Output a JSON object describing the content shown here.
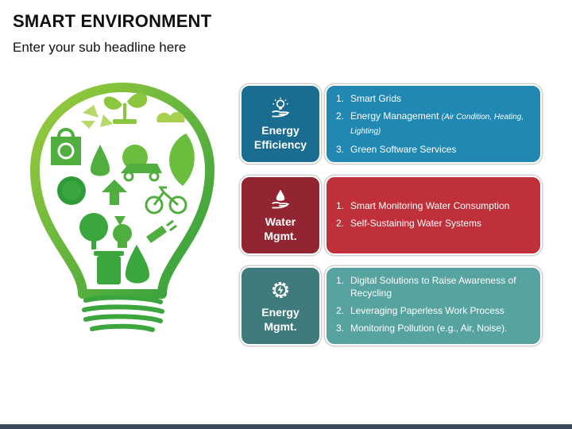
{
  "header": {
    "title": "SMART ENVIRONMENT",
    "subtitle": "Enter your sub headline here"
  },
  "colors": {
    "green_light": "#8cc63f",
    "green_dark": "#3aa63c",
    "energy_efficiency": "#2088b2",
    "water": "#c0303b",
    "energy_mgmt": "#57a39f"
  },
  "rows": [
    {
      "icon": "hand-lightbulb-icon",
      "label_line1": "Energy",
      "label_line2": "Efficiency",
      "items": [
        {
          "num": "1.",
          "text": "Smart Grids",
          "note": ""
        },
        {
          "num": "2.",
          "text": "Energy Management",
          "note": "(Air Condition, Heating, Lighting)"
        },
        {
          "num": "3.",
          "text": "Green Software Services",
          "note": ""
        }
      ]
    },
    {
      "icon": "hand-water-drop-icon",
      "label_line1": "Water",
      "label_line2": "Mgmt.",
      "items": [
        {
          "num": "1.",
          "text": "Smart Monitoring Water Consumption",
          "note": ""
        },
        {
          "num": "2.",
          "text": "Self-Sustaining Water Systems",
          "note": ""
        }
      ]
    },
    {
      "icon": "gear-lightning-icon",
      "label_line1": "Energy",
      "label_line2": "Mgmt.",
      "items": [
        {
          "num": "1.",
          "text": "Digital Solutions to Raise Awareness of Recycling",
          "note": ""
        },
        {
          "num": "2.",
          "text": "Leveraging Paperless Work Process",
          "note": ""
        },
        {
          "num": "3.",
          "text": "Monitoring Pollution (e.g., Air, Noise).",
          "note": ""
        }
      ]
    }
  ]
}
